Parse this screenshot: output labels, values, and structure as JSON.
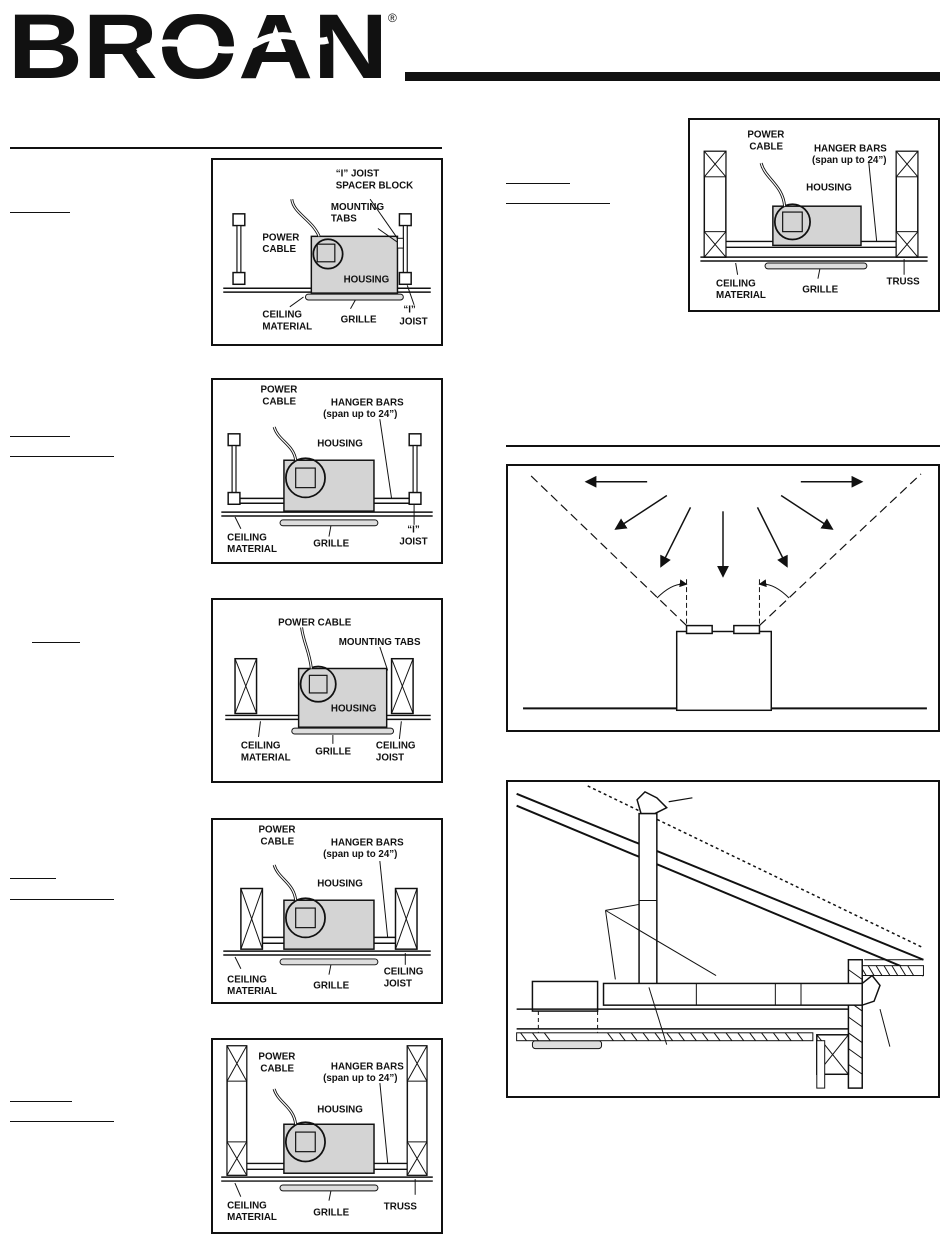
{
  "brand": {
    "name": "BROAN",
    "registered": "®"
  },
  "figures": {
    "fig1": {
      "joist_spacer": [
        "“I” JOIST",
        "SPACER BLOCK"
      ],
      "mounting_tabs": [
        "MOUNTING",
        "TABS"
      ],
      "power_cable": [
        "POWER",
        "CABLE"
      ],
      "housing": "HOUSING",
      "ceiling_material": [
        "CEILING",
        "MATERIAL"
      ],
      "grille": "GRILLE",
      "i_joist": [
        "“I”",
        "JOIST"
      ]
    },
    "fig2": {
      "power_cable": [
        "POWER",
        "CABLE"
      ],
      "hanger_bars": [
        "HANGER BARS",
        "(span up to 24”)"
      ],
      "housing": "HOUSING",
      "ceiling_material": [
        "CEILING",
        "MATERIAL"
      ],
      "grille": "GRILLE",
      "i_joist": [
        "“I”",
        "JOIST"
      ]
    },
    "fig3": {
      "power_cable": "POWER CABLE",
      "mounting_tabs": "MOUNTING TABS",
      "housing": "HOUSING",
      "ceiling_material": [
        "CEILING",
        "MATERIAL"
      ],
      "grille": "GRILLE",
      "ceiling_joist": [
        "CEILING",
        "JOIST"
      ]
    },
    "fig4": {
      "power_cable": [
        "POWER",
        "CABLE"
      ],
      "hanger_bars": [
        "HANGER BARS",
        "(span up to 24”)"
      ],
      "housing": "HOUSING",
      "ceiling_material": [
        "CEILING",
        "MATERIAL"
      ],
      "grille": "GRILLE",
      "ceiling_joist": [
        "CEILING",
        "JOIST"
      ]
    },
    "fig5": {
      "power_cable": [
        "POWER",
        "CABLE"
      ],
      "hanger_bars": [
        "HANGER BARS",
        "(span up to 24”)"
      ],
      "housing": "HOUSING",
      "ceiling_material": [
        "CEILING",
        "MATERIAL"
      ],
      "grille": "GRILLE",
      "truss": "TRUSS"
    },
    "fig6": {
      "power_cable": [
        "POWER",
        "CABLE"
      ],
      "hanger_bars": [
        "HANGER BARS",
        "(span up to 24”)"
      ],
      "housing": "HOUSING",
      "ceiling_material": [
        "CEILING",
        "MATERIAL"
      ],
      "grille": "GRILLE",
      "truss": "TRUSS"
    }
  }
}
